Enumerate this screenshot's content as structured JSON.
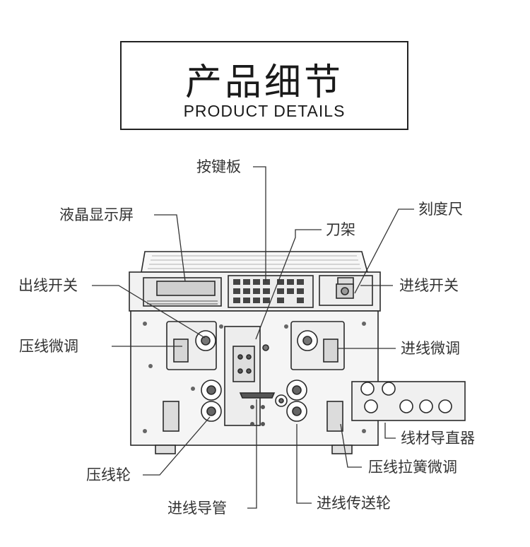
{
  "header": {
    "title_cn": "产品细节",
    "title_en": "PRODUCT DETAILS"
  },
  "labels": {
    "keypad": "按键板",
    "lcd": "液晶显示屏",
    "scale": "刻度尺",
    "blade_holder": "刀架",
    "outlet_switch": "出线开关",
    "inlet_switch": "进线开关",
    "press_fine_adjust": "压线微调",
    "inlet_fine_adjust": "进线微调",
    "wire_straightener": "线材导直器",
    "press_spring_adjust": "压线拉簧微调",
    "press_wheel": "压线轮",
    "inlet_tube": "进线导管",
    "inlet_feed_wheel": "进线传送轮"
  },
  "colors": {
    "line": "#333333",
    "machine_stroke": "#2a2a2a",
    "machine_fill": "#f4f4f4"
  }
}
